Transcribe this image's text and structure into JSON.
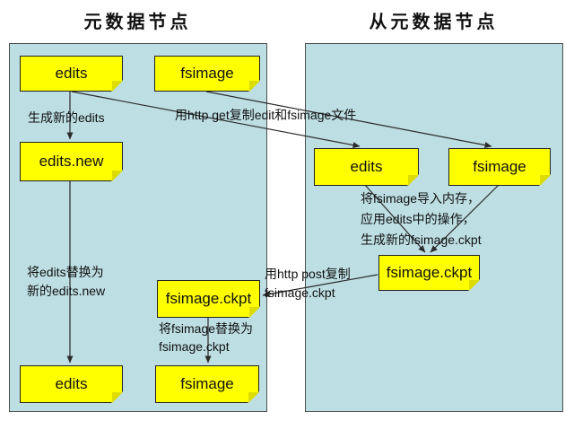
{
  "panels": {
    "left": {
      "title": "元数据节点"
    },
    "right": {
      "title": "从元数据节点"
    }
  },
  "notes": {
    "left_edits_top": "edits",
    "left_fsimage_top": "fsimage",
    "left_edits_new": "edits.new",
    "left_fsimage_ckpt": "fsimage.ckpt",
    "left_edits_bottom": "edits",
    "left_fsimage_bottom": "fsimage",
    "right_edits": "edits",
    "right_fsimage": "fsimage",
    "right_fsimage_ckpt": "fsimage.ckpt"
  },
  "annotations": {
    "generate_new_edits": "生成新的edits",
    "http_get_copy": "用http get复制edit和fsimage文件",
    "merge_block": "将fsimage导入内存，\n应用edits中的操作，\n生成新的fsimage.ckpt",
    "replace_edits": "将edits替换为\n新的edits.new",
    "http_post_copy": "用http post复制\nfsimage.ckpt",
    "replace_fsimage": "将fsimage替换为\nfsimage.ckpt"
  },
  "colors": {
    "panel_fill": "#bddee3",
    "panel_border": "#4d4d4d",
    "note_fill": "#ffff00",
    "note_border": "#222222",
    "arrow": "#2b2b2b",
    "text": "#111111"
  }
}
